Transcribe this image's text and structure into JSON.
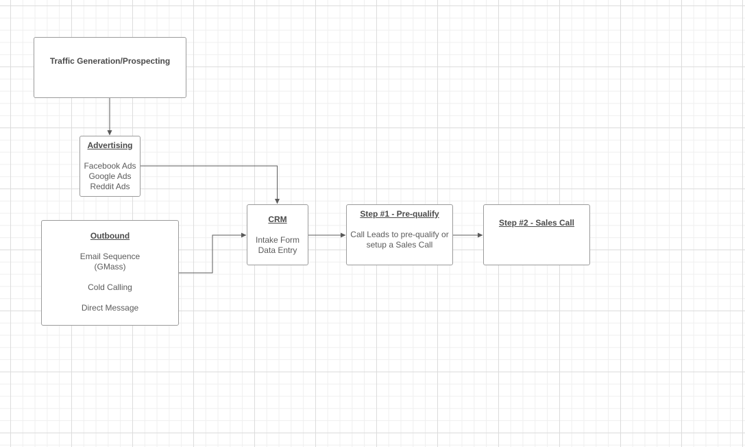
{
  "boxes": {
    "traffic": {
      "title": "Traffic Generation/Prospecting"
    },
    "advertising": {
      "title": "Advertising",
      "items": [
        "Facebook Ads",
        "Google Ads",
        "Reddit Ads"
      ]
    },
    "outbound": {
      "title": "Outbound",
      "items": [
        "Email Sequence",
        "(GMass)",
        "Cold Calling",
        "Direct Message"
      ]
    },
    "crm": {
      "title": "CRM",
      "items": [
        "Intake Form",
        "Data Entry"
      ]
    },
    "step1": {
      "title": "Step #1 - Pre-qualify",
      "items": [
        "Call Leads to pre-qualify or",
        "setup a Sales Call"
      ]
    },
    "step2": {
      "title": "Step #2 - Sales Call"
    }
  },
  "colors": {
    "line": "#5a5a5a",
    "border": "#9a9a9a",
    "grid_major": "#dcdcdc",
    "grid_minor": "#efefef"
  }
}
